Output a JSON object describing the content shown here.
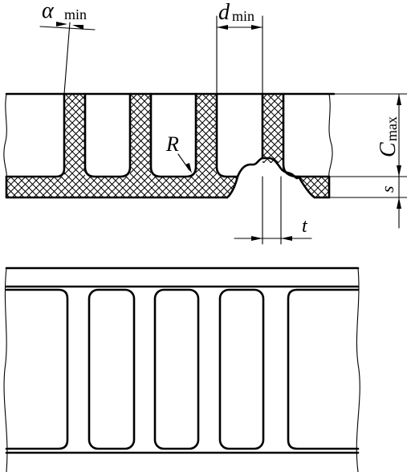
{
  "labels": {
    "alpha": "α",
    "alpha_sub": "min",
    "d": "d",
    "d_sub": "min",
    "r": "R",
    "c": "C",
    "c_sub": "max",
    "s": "s",
    "t": "t"
  },
  "colors": {
    "line": "#000000",
    "hatch": "#000000",
    "background": "#ffffff"
  }
}
